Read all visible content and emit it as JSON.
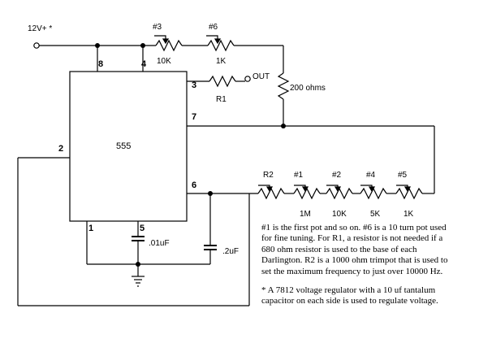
{
  "supply_label": "12V+ *",
  "ic_label": "555",
  "out_label": "OUT",
  "pins": {
    "p8": "8",
    "p4": "4",
    "p3": "3",
    "p7": "7",
    "p2": "2",
    "p6": "6",
    "p1": "1",
    "p5": "5"
  },
  "pots": {
    "top_pot_a": {
      "name": "#3",
      "value": "10K"
    },
    "top_pot_b": {
      "name": "#6",
      "value": "1K"
    },
    "bottom": [
      {
        "name": "R2",
        "value": ""
      },
      {
        "name": "#1",
        "value": "1M"
      },
      {
        "name": "#2",
        "value": "10K"
      },
      {
        "name": "#4",
        "value": "5K"
      },
      {
        "name": "#5",
        "value": "1K"
      }
    ]
  },
  "resistors": {
    "r1": "R1",
    "r200": "200 ohms"
  },
  "capacitors": {
    "c1": ".01uF",
    "c2": ".2uF"
  },
  "notes": {
    "p1_lines": [
      "#1 is the first pot and so on.  #6 is a 10 turn pot used",
      "for fine tuning.  For R1, a resistor is not needed if a",
      "680 ohm resistor is used to the base of each",
      "Darlington.  R2 is a 1000 ohm trimpot that is used to",
      "set the maximum frequency to just over 10000 Hz."
    ],
    "p2_lines": [
      "* A 7812 voltage regulator with a 10 uf tantalum",
      "capacitor on each side is used to regulate voltage."
    ]
  }
}
